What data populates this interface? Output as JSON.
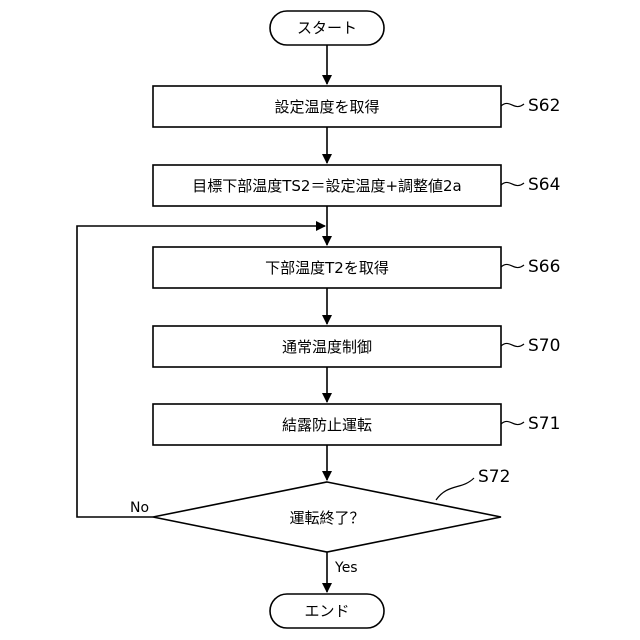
{
  "start": {
    "text": "スタート"
  },
  "end": {
    "text": "エンド"
  },
  "steps": [
    {
      "id": "S62",
      "text": "設定温度を取得"
    },
    {
      "id": "S64",
      "text": "目標下部温度TS2＝設定温度+調整値2a"
    },
    {
      "id": "S66",
      "text": "下部温度T2を取得"
    },
    {
      "id": "S70",
      "text": "通常温度制御"
    },
    {
      "id": "S71",
      "text": "結露防止運転"
    }
  ],
  "decision": {
    "id": "S72",
    "text": "運転終了？",
    "no_label": "No",
    "yes_label": "Yes"
  }
}
